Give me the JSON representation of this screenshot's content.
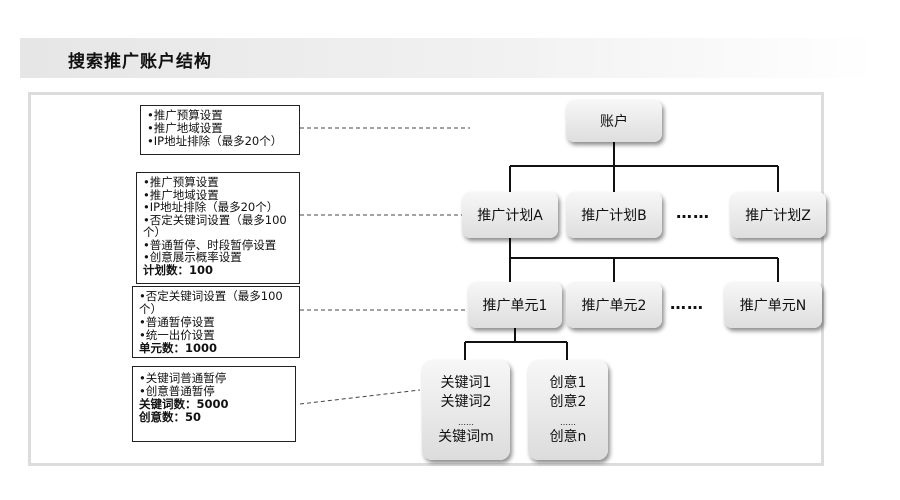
{
  "header": {
    "title": "搜索推广账户结构"
  },
  "tree": {
    "account": "账户",
    "plans": [
      "推广计划A",
      "推广计划B",
      "推广计划Z"
    ],
    "plan_ellipsis": "……",
    "units": [
      "推广单元1",
      "推广单元2",
      "推广单元N"
    ],
    "unit_ellipsis": "……",
    "keywords": {
      "k1": "关键词1",
      "k2": "关键词2",
      "dots": "……",
      "km": "关键词m"
    },
    "creatives": {
      "c1": "创意1",
      "c2": "创意2",
      "dots": "……",
      "cn": "创意n"
    }
  },
  "notes": {
    "account": [
      "•推广预算设置",
      "•推广地域设置",
      "•IP地址排除（最多20个）"
    ],
    "plan": [
      "•推广预算设置",
      "•推广地域设置",
      "•IP地址排除（最多20个）",
      "•否定关键词设置（最多100个）",
      "•普通暂停、时段暂停设置",
      "•创意展示概率设置"
    ],
    "plan_count": "计划数：100",
    "unit": [
      "•否定关键词设置（最多100个）",
      "•普通暂停设置",
      "•统一出价设置"
    ],
    "unit_count": "单元数：1000",
    "leaf": [
      "•关键词普通暂停",
      "•创意普通暂停"
    ],
    "keyword_count": "关键词数：5000",
    "creative_count": "创意数：50"
  }
}
